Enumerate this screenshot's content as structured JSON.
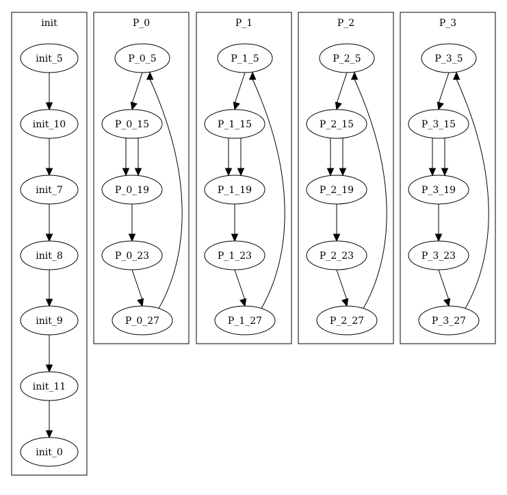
{
  "clusters": [
    {
      "label": "init",
      "nodes": [
        {
          "id": "init_5",
          "label": "init_5"
        },
        {
          "id": "init_10",
          "label": "init_10"
        },
        {
          "id": "init_7",
          "label": "init_7"
        },
        {
          "id": "init_8",
          "label": "init_8"
        },
        {
          "id": "init_9",
          "label": "init_9"
        },
        {
          "id": "init_11",
          "label": "init_11"
        },
        {
          "id": "init_0",
          "label": "init_0"
        }
      ]
    },
    {
      "label": "P_0",
      "nodes": [
        {
          "id": "P_0_5",
          "label": "P_0_5"
        },
        {
          "id": "P_0_15",
          "label": "P_0_15"
        },
        {
          "id": "P_0_19",
          "label": "P_0_19"
        },
        {
          "id": "P_0_23",
          "label": "P_0_23"
        },
        {
          "id": "P_0_27",
          "label": "P_0_27"
        }
      ]
    },
    {
      "label": "P_1",
      "nodes": [
        {
          "id": "P_1_5",
          "label": "P_1_5"
        },
        {
          "id": "P_1_15",
          "label": "P_1_15"
        },
        {
          "id": "P_1_19",
          "label": "P_1_19"
        },
        {
          "id": "P_1_23",
          "label": "P_1_23"
        },
        {
          "id": "P_1_27",
          "label": "P_1_27"
        }
      ]
    },
    {
      "label": "P_2",
      "nodes": [
        {
          "id": "P_2_5",
          "label": "P_2_5"
        },
        {
          "id": "P_2_15",
          "label": "P_2_15"
        },
        {
          "id": "P_2_19",
          "label": "P_2_19"
        },
        {
          "id": "P_2_23",
          "label": "P_2_23"
        },
        {
          "id": "P_2_27",
          "label": "P_2_27"
        }
      ]
    },
    {
      "label": "P_3",
      "nodes": [
        {
          "id": "P_3_5",
          "label": "P_3_5"
        },
        {
          "id": "P_3_15",
          "label": "P_3_15"
        },
        {
          "id": "P_3_19",
          "label": "P_3_19"
        },
        {
          "id": "P_3_23",
          "label": "P_3_23"
        },
        {
          "id": "P_3_27",
          "label": "P_3_27"
        }
      ]
    }
  ],
  "edges": [
    {
      "from": "init_5",
      "to": "init_10"
    },
    {
      "from": "init_10",
      "to": "init_7"
    },
    {
      "from": "init_7",
      "to": "init_8"
    },
    {
      "from": "init_8",
      "to": "init_9"
    },
    {
      "from": "init_9",
      "to": "init_11"
    },
    {
      "from": "init_11",
      "to": "init_0"
    },
    {
      "from": "P_0_5",
      "to": "P_0_15"
    },
    {
      "from": "P_0_15",
      "to": "P_0_19"
    },
    {
      "from": "P_0_15",
      "to": "P_0_19"
    },
    {
      "from": "P_0_19",
      "to": "P_0_23"
    },
    {
      "from": "P_0_23",
      "to": "P_0_27"
    },
    {
      "from": "P_0_27",
      "to": "P_0_5"
    },
    {
      "from": "P_1_5",
      "to": "P_1_15"
    },
    {
      "from": "P_1_15",
      "to": "P_1_19"
    },
    {
      "from": "P_1_15",
      "to": "P_1_19"
    },
    {
      "from": "P_1_19",
      "to": "P_1_23"
    },
    {
      "from": "P_1_23",
      "to": "P_1_27"
    },
    {
      "from": "P_1_27",
      "to": "P_1_5"
    },
    {
      "from": "P_2_5",
      "to": "P_2_15"
    },
    {
      "from": "P_2_15",
      "to": "P_2_19"
    },
    {
      "from": "P_2_15",
      "to": "P_2_19"
    },
    {
      "from": "P_2_19",
      "to": "P_2_23"
    },
    {
      "from": "P_2_23",
      "to": "P_2_27"
    },
    {
      "from": "P_2_27",
      "to": "P_2_5"
    },
    {
      "from": "P_3_5",
      "to": "P_3_15"
    },
    {
      "from": "P_3_15",
      "to": "P_3_19"
    },
    {
      "from": "P_3_15",
      "to": "P_3_19"
    },
    {
      "from": "P_3_19",
      "to": "P_3_23"
    },
    {
      "from": "P_3_23",
      "to": "P_3_27"
    },
    {
      "from": "P_3_27",
      "to": "P_3_5"
    }
  ]
}
